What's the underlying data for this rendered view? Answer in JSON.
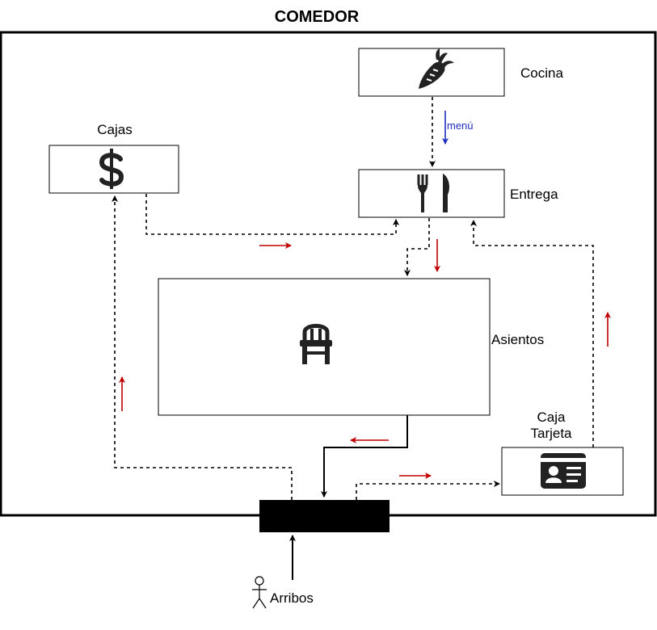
{
  "title": "COMEDOR",
  "nodes": {
    "cocina": {
      "label": "Cocina",
      "icon": "carrot-icon"
    },
    "entrega": {
      "label": "Entrega",
      "icon": "fork-knife-icon"
    },
    "cajas": {
      "label": "Cajas",
      "icon": "dollar-icon"
    },
    "asientos": {
      "label": "Asientos",
      "icon": "chair-icon"
    },
    "caja_tarjeta": {
      "label_line1": "Caja",
      "label_line2": "Tarjeta",
      "icon": "id-card-icon"
    },
    "entrance": {
      "label": ""
    },
    "arribos": {
      "label": "Arribos",
      "icon": "person-icon"
    }
  },
  "edges": {
    "cocina_entrega": {
      "label": "menú"
    }
  },
  "colors": {
    "border": "#000000",
    "flow_arrow": "#c00000",
    "menu_arrow": "#1f2fbf",
    "icon": "#222222",
    "entrance_fill": "#000000"
  }
}
